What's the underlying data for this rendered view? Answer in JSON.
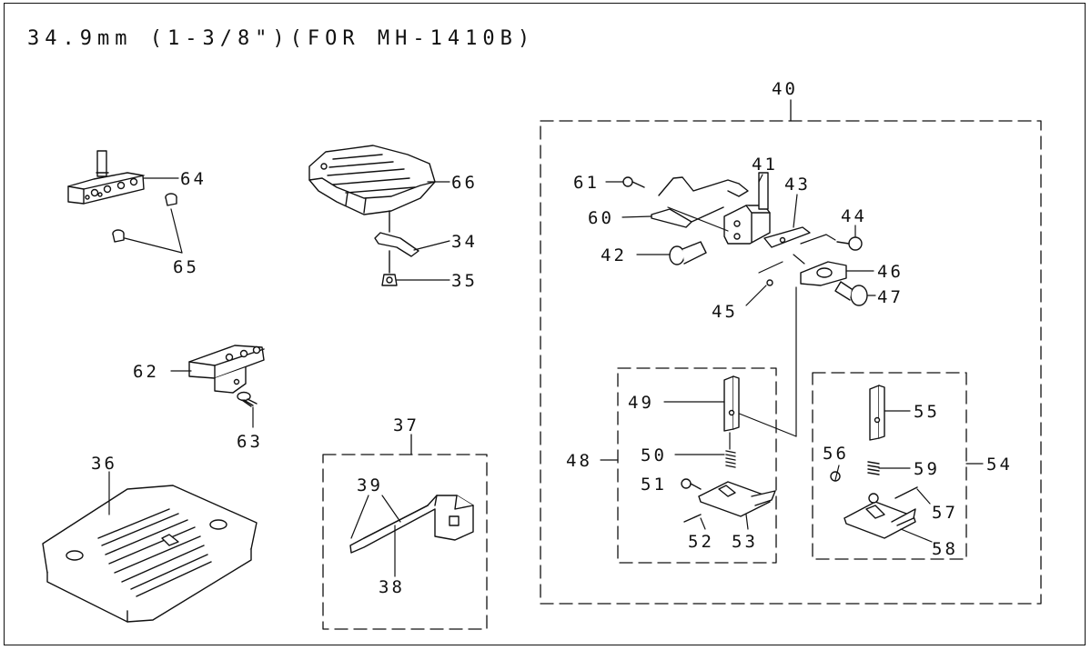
{
  "title": "34.9mm (1-3/8\")(FOR MH-1410B)",
  "callouts": {
    "34": "34",
    "35": "35",
    "36": "36",
    "37": "37",
    "38": "38",
    "39": "39",
    "40": "40",
    "41": "41",
    "42": "42",
    "43": "43",
    "44": "44",
    "45": "45",
    "46": "46",
    "47": "47",
    "48": "48",
    "49": "49",
    "50": "50",
    "51": "51",
    "52": "52",
    "53": "53",
    "54": "54",
    "55": "55",
    "56": "56",
    "57": "57",
    "58": "58",
    "59": "59",
    "60": "60",
    "61": "61",
    "62": "62",
    "63": "63",
    "64": "64",
    "65": "65",
    "66": "66"
  }
}
